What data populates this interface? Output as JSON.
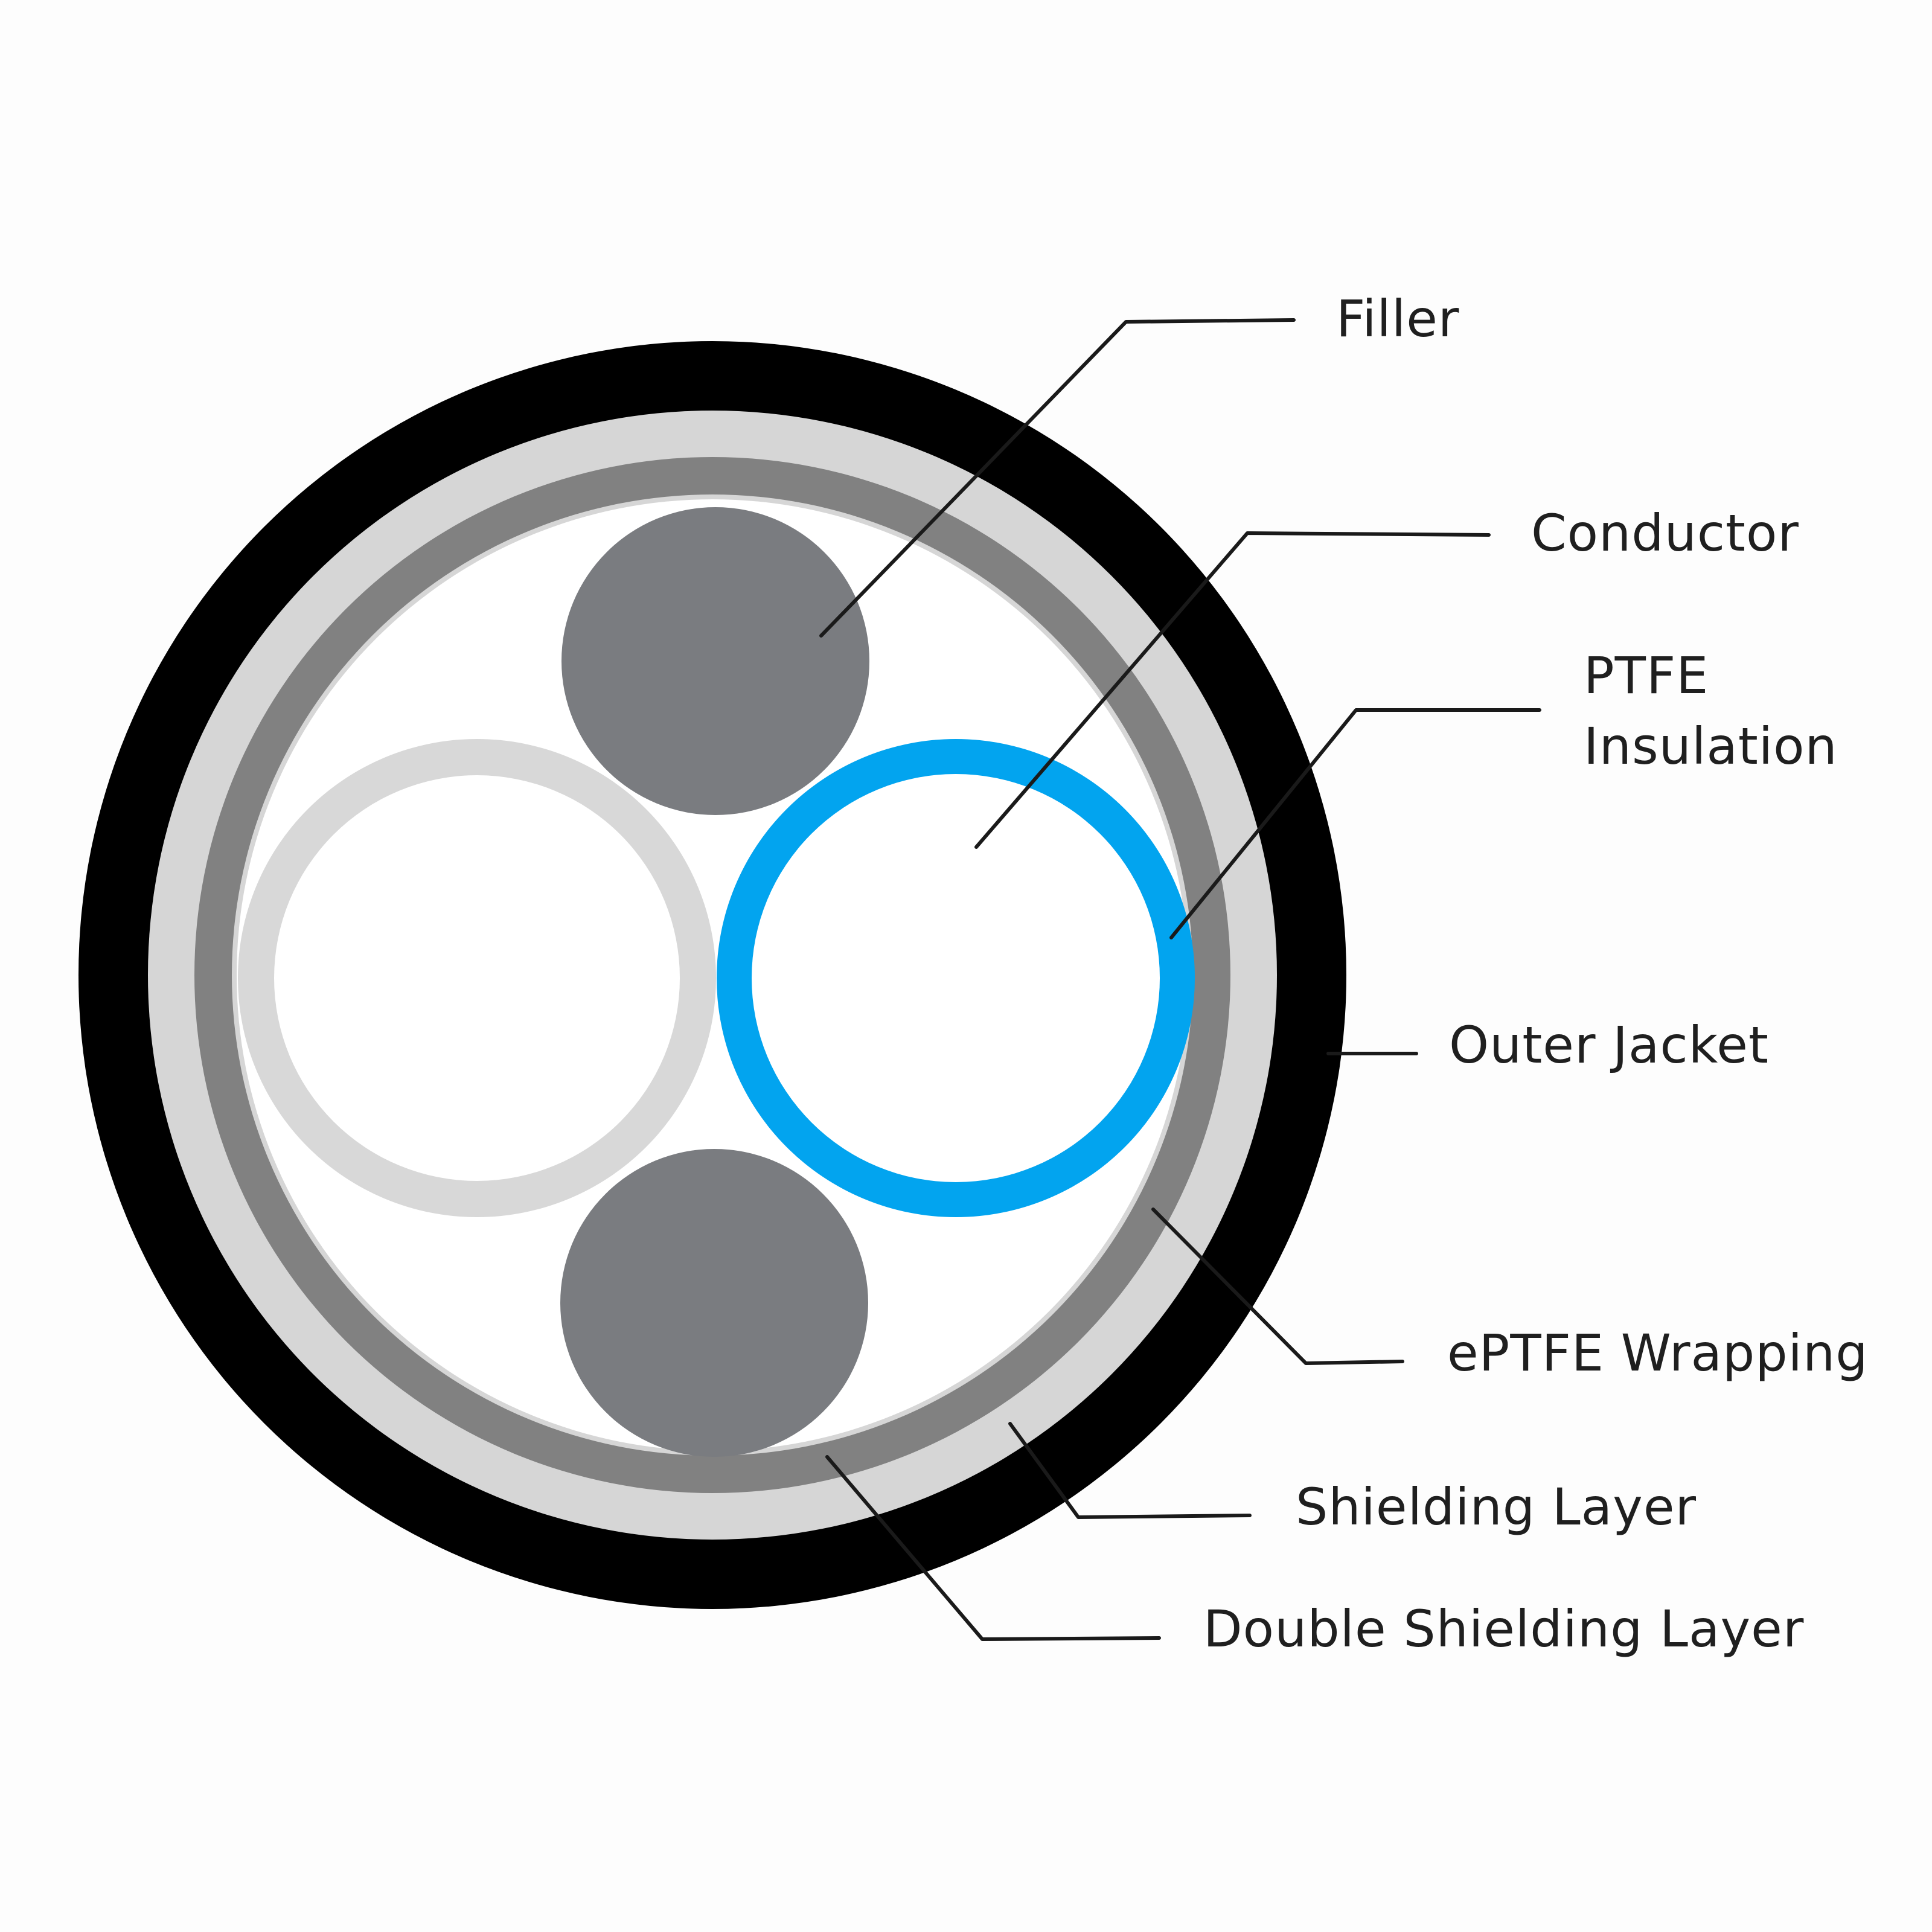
{
  "colors": {
    "background": "#fdfdfd",
    "outer_jacket": "#000000",
    "shielding_layer": "#d6d6d6",
    "double_shielding_layer": "#818181",
    "filler": "#7a7c80",
    "ptfe_insulation_blue": "#02a4ef",
    "ptfe_insulation_grey": "#d8d8d8",
    "conductor": "#ffffff"
  },
  "labels": {
    "filler": "Filler",
    "conductor": "Conductor",
    "ptfe_line1": "PTFE",
    "ptfe_line2": "Insulation",
    "outer_jacket": "Outer Jacket",
    "eptfe_wrapping": "ePTFE Wrapping",
    "shielding_layer": "Shielding Layer",
    "double_shielding_layer": "Double Shielding Layer"
  }
}
